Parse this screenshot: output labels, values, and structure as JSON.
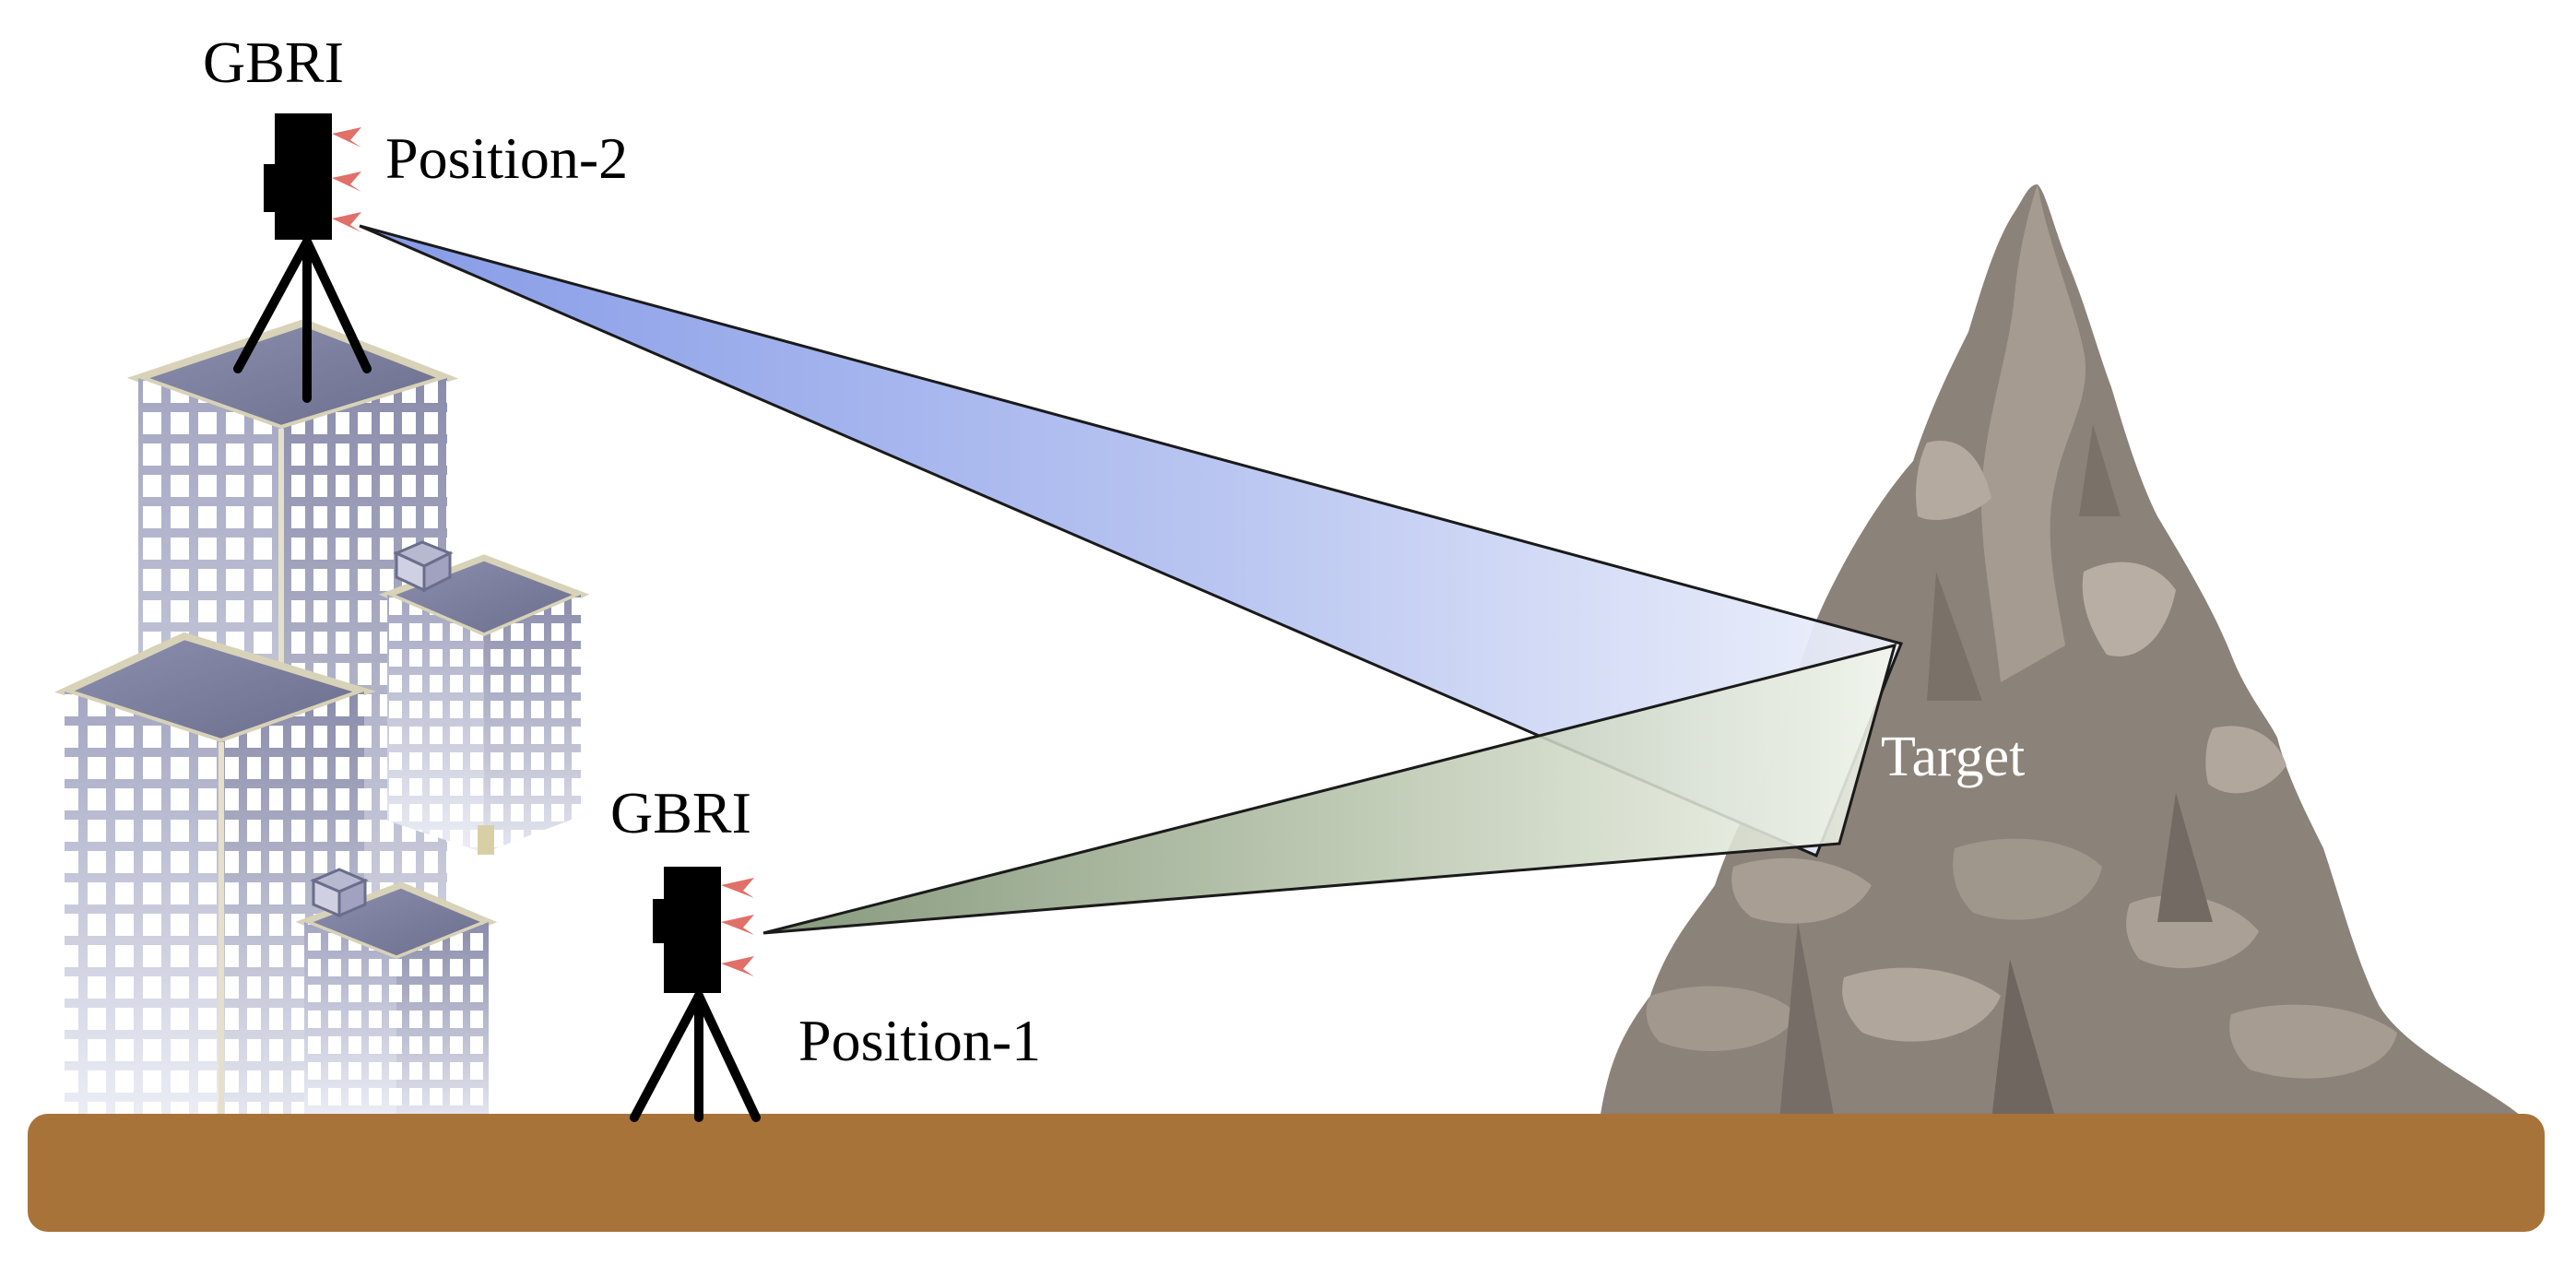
{
  "labels": {
    "gbri_top": "GBRI",
    "position_2": "Position-2",
    "gbri_bottom": "GBRI",
    "position_1": "Position-1",
    "target": "Target"
  },
  "colors": {
    "ground": "#a87338",
    "beam_upper": "#9fb0ec",
    "beam_lower": "#9aac8e",
    "mountain": "#8a8178",
    "building_facade": "#b9bbcf",
    "radar_body": "#000000",
    "antenna": "#e07068"
  },
  "icons": {
    "radar_top": "radar-instrument-icon",
    "radar_bottom": "radar-instrument-icon",
    "buildings": "city-buildings-icon",
    "mountain": "mountain-icon"
  }
}
